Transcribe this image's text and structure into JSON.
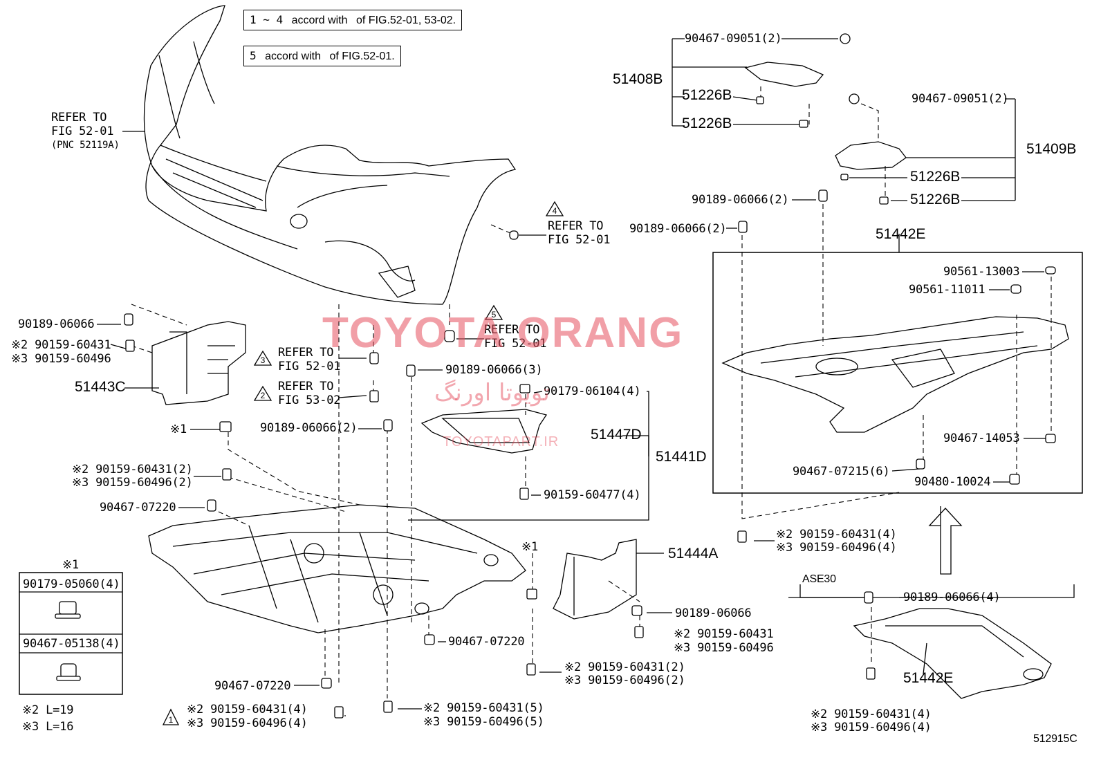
{
  "notes": {
    "note1": {
      "range": "1 ~ 4",
      "text_a": "accord with",
      "text_b": "of FIG.52-01, 53-02."
    },
    "note2": {
      "num": "5",
      "text_a": "accord with",
      "text_b": "of FIG.52-01."
    }
  },
  "refers": {
    "refer_52_01_main": [
      "REFER TO",
      "FIG 52-01",
      "(PNC 52119A)"
    ],
    "refer_4": [
      "REFER TO",
      "FIG 52-01"
    ],
    "refer_5": [
      "REFER TO",
      "FIG 52-01"
    ],
    "refer_3": [
      "REFER TO",
      "FIG 52-01"
    ],
    "refer_2": [
      "REFER TO",
      "FIG 53-02"
    ]
  },
  "parts": {
    "p51408B": "51408B",
    "p51409B": "51409B",
    "p51226B_1": "51226B",
    "p51226B_2": "51226B",
    "p51226B_3": "51226B",
    "p51226B_4": "51226B",
    "p51442E_main": "51442E",
    "p51442E_ase": "51442E",
    "p51443C": "51443C",
    "p51447D": "51447D",
    "p51441D": "51441D",
    "p51444A": "51444A",
    "ase30": "ASE30",
    "figure_id": "512915C"
  },
  "labels": {
    "l_90467_09051_a": "90467-09051(2)",
    "l_90467_09051_b": "90467-09051(2)",
    "l_90189_06066_2a": "90189-06066(2)",
    "l_90189_06066_2b": "90189-06066(2)",
    "l_90189_06066_2c": "90189-06066(2)",
    "l_90189_06066_3": "90189-06066(3)",
    "l_90189_06066_left": "90189-06066",
    "l_90189_06066_right": "90189-06066",
    "l_90189_06066_4": "90189-06066(4)",
    "l_90159_60431_left": "※2 90159-60431",
    "l_90159_60496_left": "※3 90159-60496",
    "l_star1": "※1",
    "l_star1b": "※1",
    "l_90159_60431_2": "※2 90159-60431(2)",
    "l_90159_60496_2": "※3 90159-60496(2)",
    "l_90467_07220_a": "90467-07220",
    "l_90467_07220_b": "90467-07220",
    "l_90467_07220_c": "90467-07220",
    "l_90179_06104": "90179-06104(4)",
    "l_90159_60477": "90159-60477(4)",
    "l_90561_13003": "90561-13003",
    "l_90561_11011": "90561-11011",
    "l_90467_14053": "90467-14053",
    "l_90467_07215": "90467-07215(6)",
    "l_90480_10024": "90480-10024",
    "l_90159_60431_4r": "※2 90159-60431(4)",
    "l_90159_60496_4r": "※3 90159-60496(4)",
    "l_90159_60431_r2": "※2 90159-60431",
    "l_90159_60496_r2": "※3 90159-60496",
    "l_90159_60431_2b": "※2 90159-60431(2)",
    "l_90159_60496_2b": "※3 90159-60496(2)",
    "l_90159_60431_5": "※2 90159-60431(5)",
    "l_90159_60496_5": "※3 90159-60496(5)",
    "l_90159_60431_4b": "※2 90159-60431(4)",
    "l_90159_60496_4b": "※3 90159-60496(4)",
    "l_90159_60431_4c": "※2 90159-60431(4)",
    "l_90159_60496_4c": "※3 90159-60496(4)"
  },
  "legend": {
    "title": "※1",
    "row1": "90179-05060(4)",
    "row2": "90467-05138(4)",
    "l2": "※2  L=19",
    "l3": "※3  L=16"
  },
  "watermark": {
    "en": "TOYOTA ORANG",
    "fa": "تویوتا اورنگ",
    "site": "TOYOTAPART.IR"
  }
}
